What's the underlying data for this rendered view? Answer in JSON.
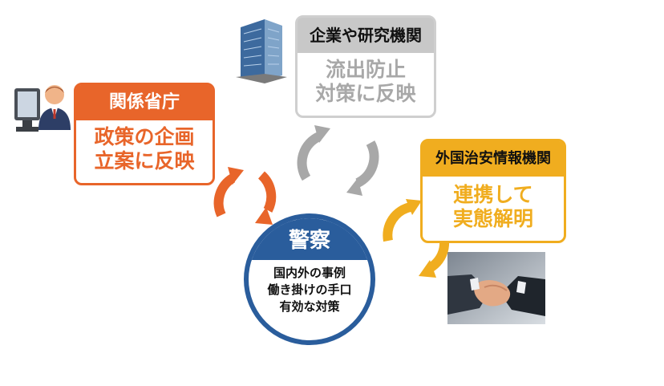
{
  "ministry": {
    "title": "関係省庁",
    "lines": [
      "政策の企画",
      "立案に反映"
    ]
  },
  "research": {
    "title": "企業や研究機関",
    "lines": [
      "流出防止",
      "対策に反映"
    ]
  },
  "foreign": {
    "title": "外国治安情報機関",
    "lines": [
      "連携して",
      "実態解明"
    ]
  },
  "police": {
    "title": "警察",
    "lines": [
      "国内外の事例",
      "働き掛けの手口",
      "有効な対策"
    ]
  },
  "colors": {
    "orange": "#e8652a",
    "gray": "#c8c8c8",
    "yellow": "#f0ad1f",
    "blue": "#2a5d9c"
  },
  "icons": [
    "office-worker-icon",
    "office-building-icon",
    "handshake-photo"
  ]
}
